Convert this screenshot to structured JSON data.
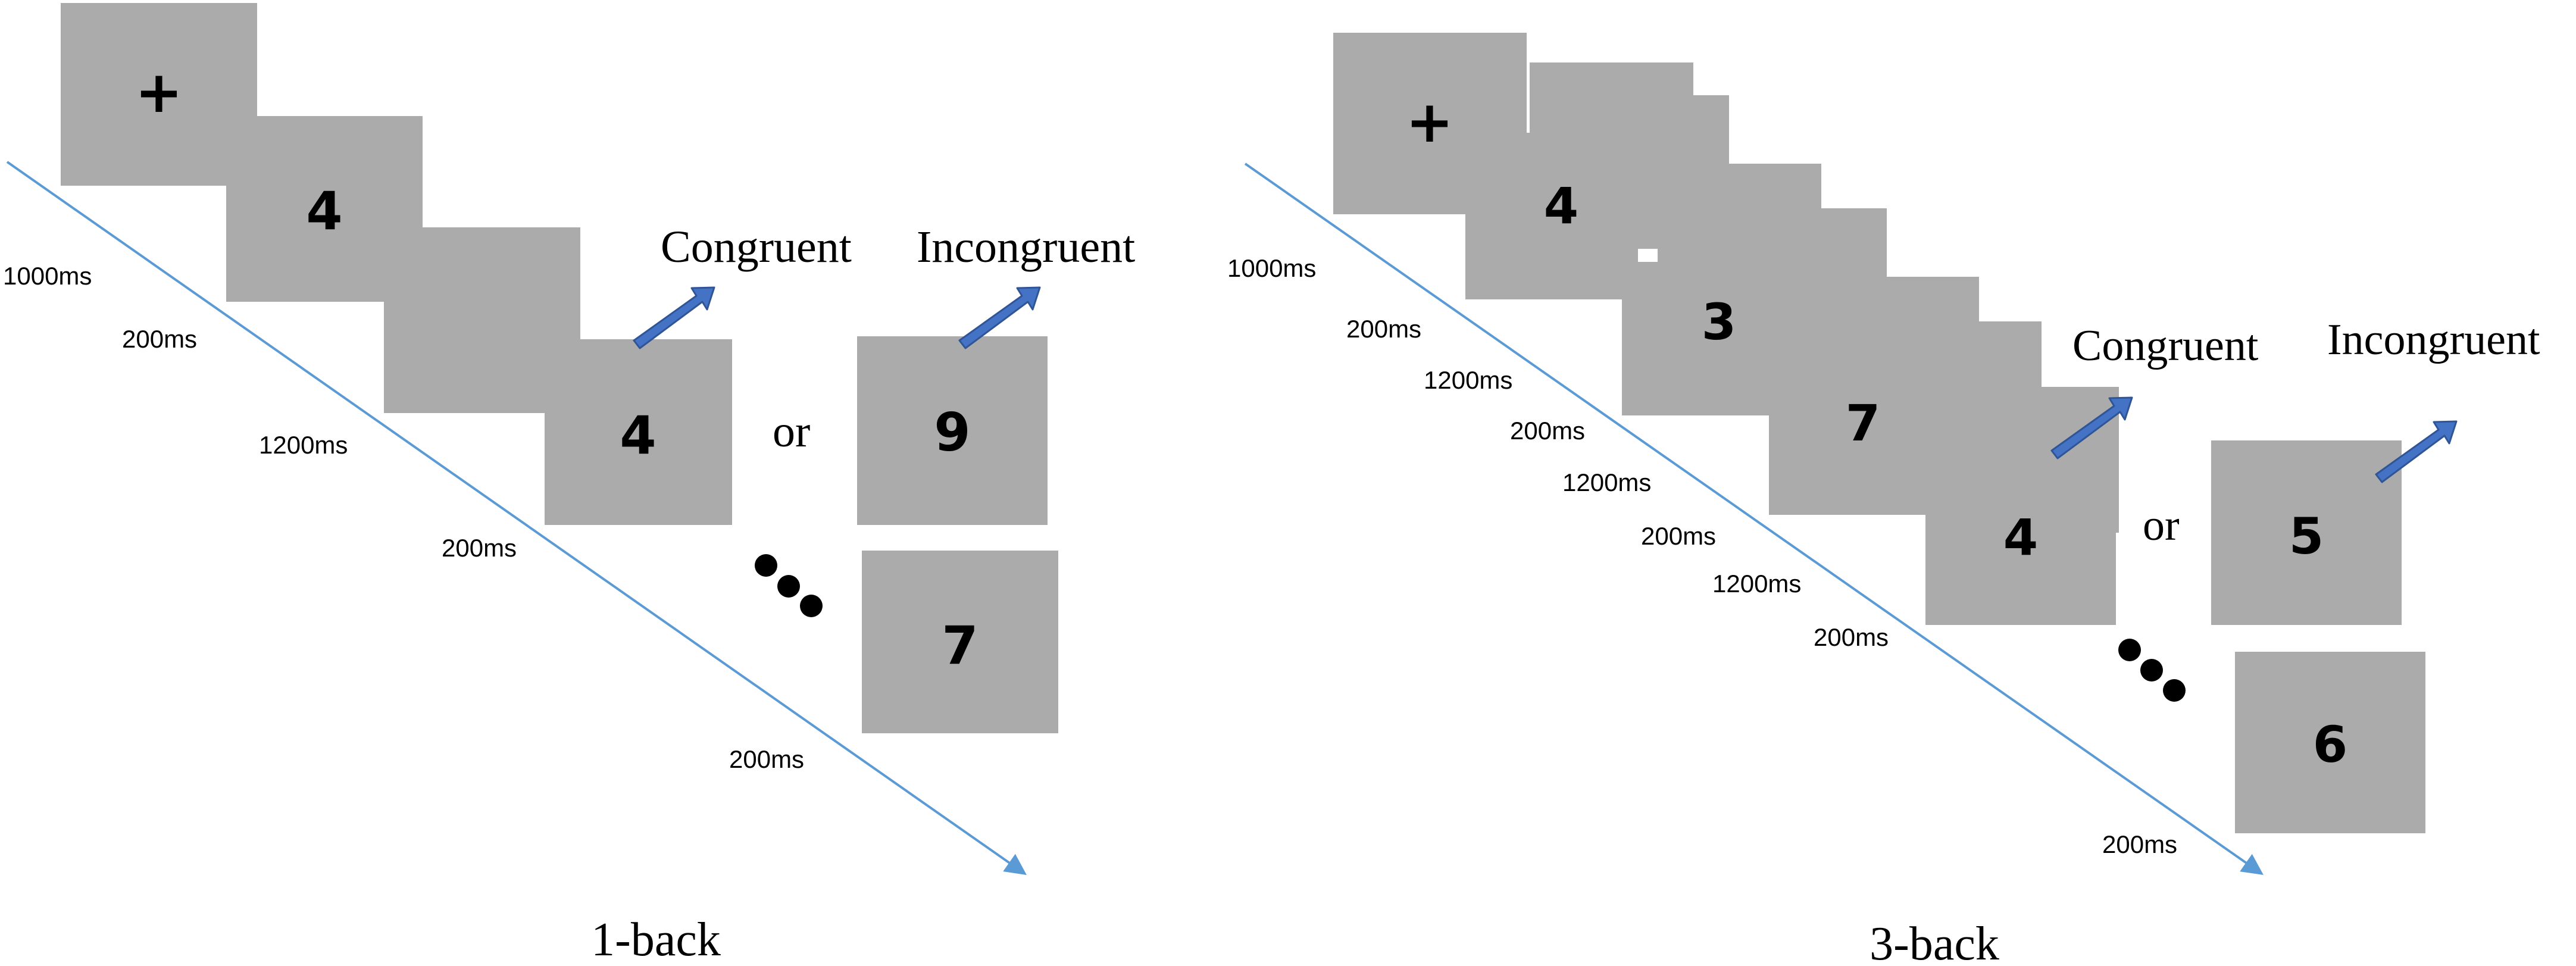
{
  "colors": {
    "screen": "#ababab",
    "arrow": "#4472c4",
    "arrow_stroke": "#2f5597",
    "timeline": "#5b9bd5",
    "text": "#000000"
  },
  "panel_1back": {
    "caption": "1-back",
    "fixation": "+",
    "stimuli": [
      "4",
      "4"
    ],
    "alt_stimulus": "9",
    "next_stimulus": "7",
    "congruent_label": "Congruent",
    "incongruent_label": "Incongruent",
    "or_label": "or",
    "times": [
      "1000ms",
      "200ms",
      "1200ms",
      "200ms",
      "200ms"
    ]
  },
  "panel_3back": {
    "caption": "3-back",
    "fixation": "+",
    "stimuli": [
      "4",
      "3",
      "7",
      "4"
    ],
    "alt_stimulus": "5",
    "next_stimulus": "6",
    "congruent_label": "Congruent",
    "incongruent_label": "Incongruent",
    "or_label": "or",
    "times": [
      "1000ms",
      "200ms",
      "1200ms",
      "200ms",
      "1200ms",
      "200ms",
      "1200ms",
      "200ms",
      "200ms"
    ]
  }
}
